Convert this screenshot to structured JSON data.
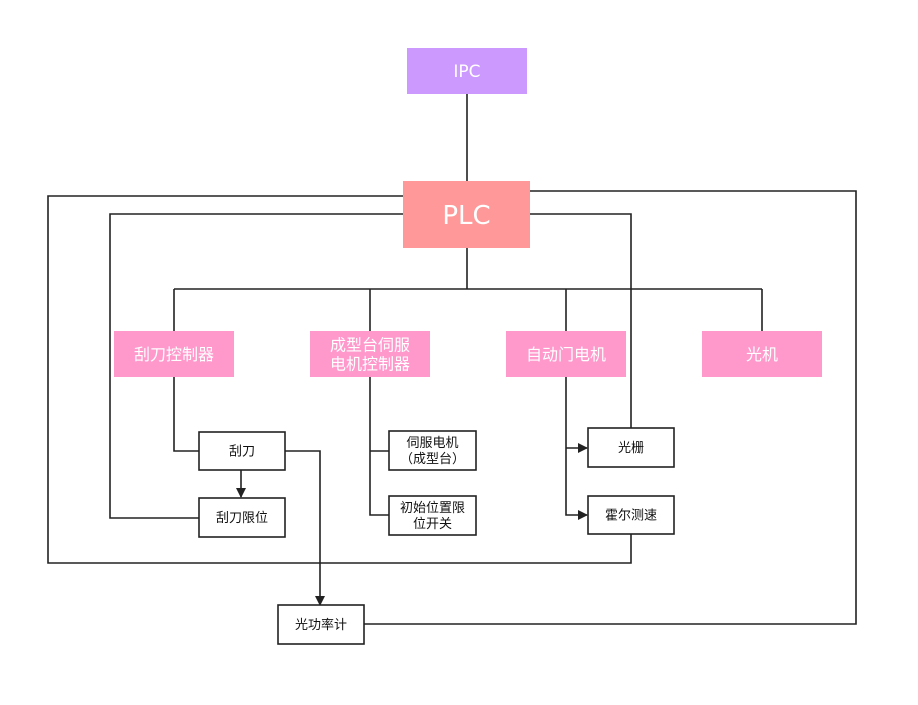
{
  "colors": {
    "ipc": "#cc99ff",
    "plc": "#ff9999",
    "controller": "#ff99cc",
    "device_fill": "#ffffff",
    "line": "#222222",
    "text_light": "#ffffff",
    "text_dark": "#111111"
  },
  "nodes": {
    "ipc": "IPC",
    "plc": "PLC",
    "scraper_controller": "刮刀控制器",
    "platform_servo_controller": "成型台伺服\n电机控制器",
    "auto_door_motor": "自动门电机",
    "light_engine": "光机",
    "scraper": "刮刀",
    "scraper_limit": "刮刀限位",
    "servo_motor": "伺服电机\n（成型台）",
    "init_limit_switch": "初始位置限\n位开关",
    "light_curtain": "光栅",
    "hall_speed": "霍尔测速",
    "power_meter": "光功率计"
  }
}
